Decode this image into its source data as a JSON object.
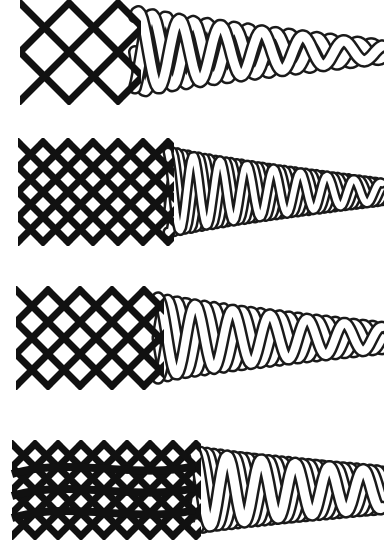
{
  "figure": {
    "panels": [
      {
        "id": "braid-1",
        "strands": 3
      },
      {
        "id": "braid-2",
        "strands": 6
      },
      {
        "id": "braid-3",
        "strands": 4
      },
      {
        "id": "braid-4",
        "strands": 5
      }
    ],
    "colors": {
      "background": "#ffffff",
      "ink": "#111111",
      "outline": "#1a1a1a",
      "strand_fill": "#ffffff"
    }
  }
}
